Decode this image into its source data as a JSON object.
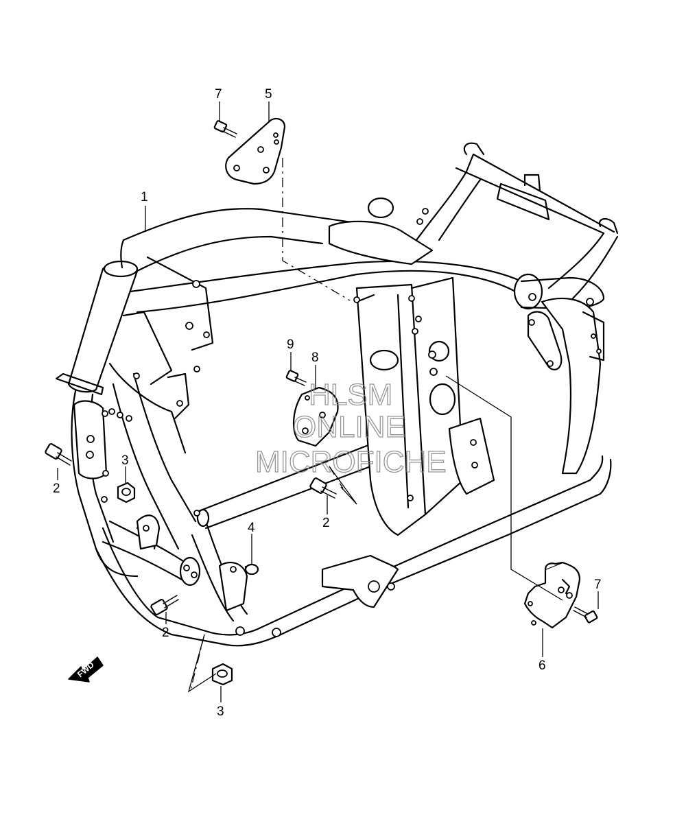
{
  "callouts": {
    "c1": "1",
    "c2a": "2",
    "c2b": "2",
    "c2c": "2",
    "c3a": "3",
    "c3b": "3",
    "c4": "4",
    "c5": "5",
    "c6": "6",
    "c7a": "7",
    "c7b": "7",
    "c8": "8",
    "c9": "9"
  },
  "fwd_label": "FWD",
  "watermark": {
    "line1": "HLSM",
    "line2": "ONLINE",
    "line3": "MICROFICHE"
  }
}
